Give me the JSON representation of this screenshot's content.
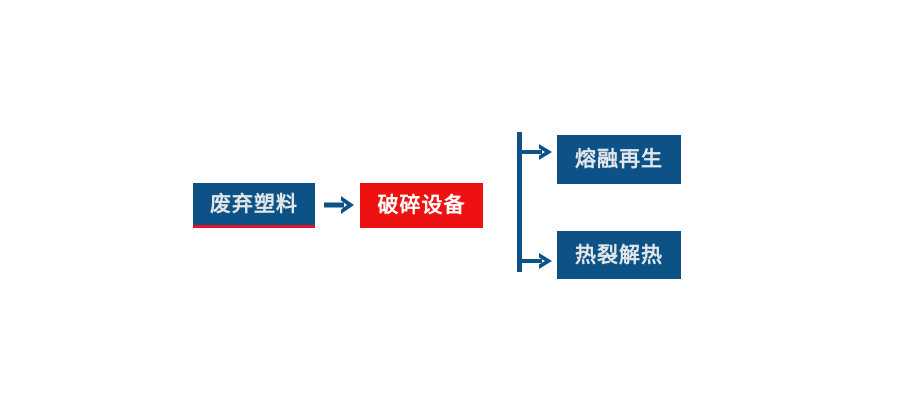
{
  "diagram": {
    "type": "process-flow",
    "title": "",
    "background_color": "#ffffff",
    "colors": {
      "primary_blue": "#0D5286",
      "accent_red": "#EE1111",
      "underline_red": "#E8112D",
      "box_text": "#E3E6E8",
      "red_box_text": "#FFFFFF",
      "connector": "#0D5286"
    },
    "nodes": [
      {
        "id": "waste-plastic",
        "label": "废弃塑料",
        "fill": "#0D5286",
        "text_color": "#E3E6E8",
        "accent_underline": "#E8112D",
        "stage": 1
      },
      {
        "id": "crusher",
        "label": "破碎设备",
        "fill": "#EE1111",
        "text_color": "#FFFFFF",
        "stage": 2
      },
      {
        "id": "melt-regeneration",
        "label": "熔融再生",
        "fill": "#0D5286",
        "text_color": "#E3E6E8",
        "stage": 3
      },
      {
        "id": "pyrolysis",
        "label": "热裂解热",
        "fill": "#0D5286",
        "text_color": "#E3E6E8",
        "stage": 3
      }
    ],
    "connectors": [
      {
        "id": "main-arrow",
        "from": "waste-plastic",
        "to": "crusher",
        "style": "straight-arrow",
        "icon": "arrow-right-icon"
      },
      {
        "id": "branch",
        "from": "crusher",
        "to": [
          "melt-regeneration",
          "pyrolysis"
        ],
        "style": "bracket-split-arrow",
        "icon": "branch-arrow-icon"
      }
    ]
  }
}
